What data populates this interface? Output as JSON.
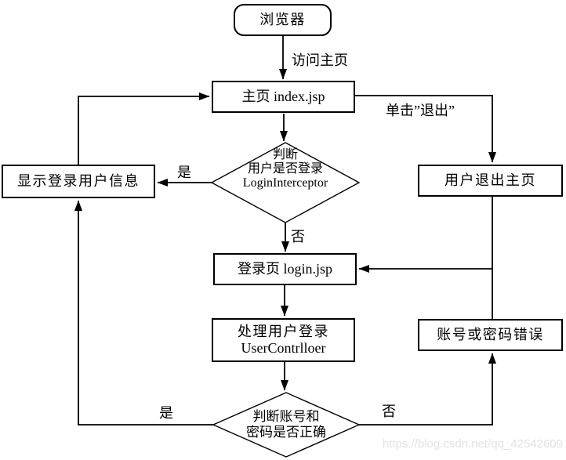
{
  "nodes": {
    "browser": {
      "label": "浏览器"
    },
    "homepage": {
      "label": "主页 index.jsp"
    },
    "login_check": {
      "lines": [
        "判断",
        "用户是否登录",
        "LoginInterceptor"
      ]
    },
    "show_user_info": {
      "label": "显示登录用户信息"
    },
    "logout_page": {
      "label": "用户退出主页"
    },
    "login_page": {
      "label": "登录页 login.jsp"
    },
    "handle_login": {
      "lines": [
        "处理用户登录",
        "UserContrlloer"
      ]
    },
    "error_msg": {
      "label": "账号或密码错误"
    },
    "verify_check": {
      "lines": [
        "判断账号和",
        "密码是否正确"
      ]
    }
  },
  "edge_labels": {
    "visit_homepage": "访问主页",
    "click_logout": "单击”退出”",
    "login_check_yes": "是",
    "login_check_no": "否",
    "verify_yes": "是",
    "verify_no": "否"
  },
  "watermark": {
    "text": "https://blog.csdn.net/qq_42542609"
  },
  "colors": {
    "line": "#000000",
    "node_border": "#000000",
    "node_bg": "#ffffff",
    "text": "#000000",
    "watermark": "#e2e2e2"
  }
}
